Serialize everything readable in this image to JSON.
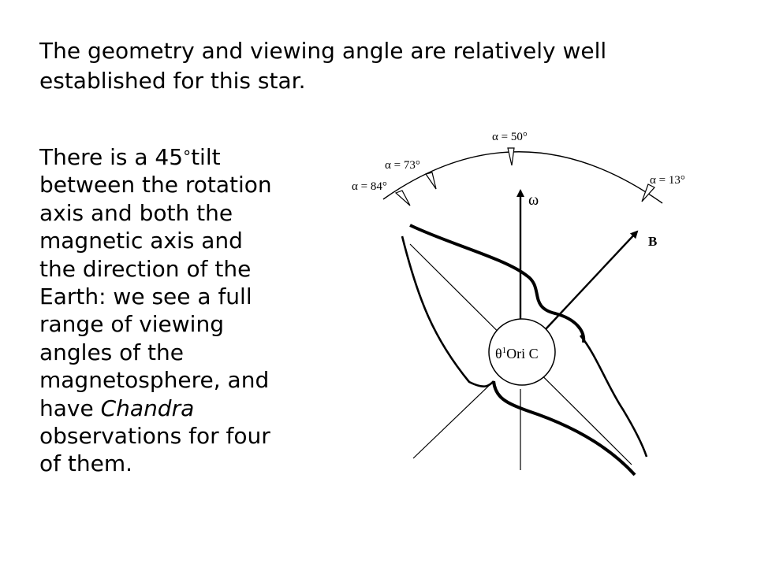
{
  "title_lines": [
    "The geometry and viewing angle are relatively well",
    "established for this star."
  ],
  "body": {
    "line1_start": "There is a 45",
    "degree_sign": "°",
    "line1_end": "tilt",
    "lines": [
      "between the rotation",
      "axis and both the",
      "magnetic axis and",
      "the direction of the",
      "Earth: we see a full",
      "range of viewing",
      "angles of the",
      "magnetosphere, and"
    ],
    "have_prefix": "have ",
    "italic_word": "Chandra",
    "tail_lines": [
      "observations for four",
      "of them."
    ]
  },
  "diagram": {
    "star_label_prefix": "θ",
    "star_label_sup": "1",
    "star_label_suffix": "Ori C",
    "omega_label": "ω",
    "b_label": "B",
    "alpha_labels": [
      "α = 84°",
      "α = 73°",
      "α = 50°",
      "α = 13°"
    ]
  }
}
